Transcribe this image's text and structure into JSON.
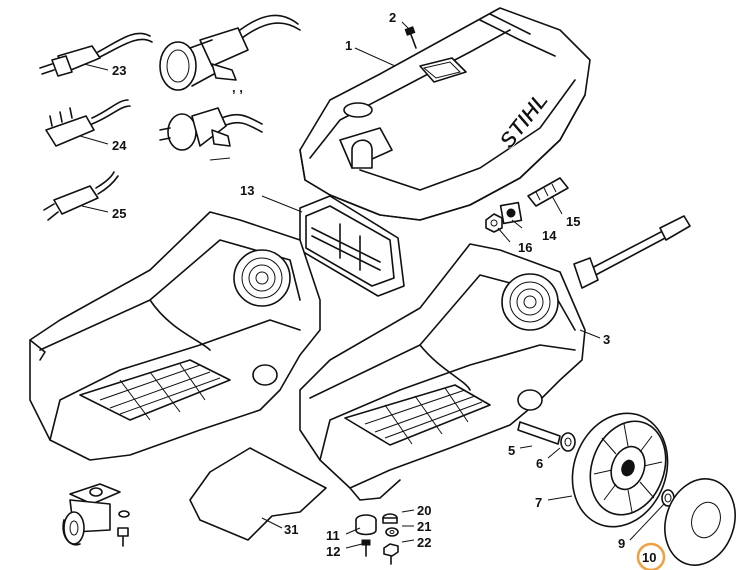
{
  "brand_text": "STIHL",
  "highlight_color": "#f0a040",
  "callouts": [
    {
      "id": "1",
      "label": "1"
    },
    {
      "id": "2",
      "label": "2"
    },
    {
      "id": "3",
      "label": "3"
    },
    {
      "id": "5",
      "label": "5"
    },
    {
      "id": "6",
      "label": "6"
    },
    {
      "id": "7",
      "label": "7"
    },
    {
      "id": "9",
      "label": "9"
    },
    {
      "id": "10",
      "label": "10",
      "highlighted": true
    },
    {
      "id": "11",
      "label": "11"
    },
    {
      "id": "12",
      "label": "12"
    },
    {
      "id": "13",
      "label": "13"
    },
    {
      "id": "14",
      "label": "14"
    },
    {
      "id": "15",
      "label": "15"
    },
    {
      "id": "16",
      "label": "16"
    },
    {
      "id": "20",
      "label": "20"
    },
    {
      "id": "21",
      "label": "21"
    },
    {
      "id": "22",
      "label": "22"
    },
    {
      "id": "23",
      "label": "23"
    },
    {
      "id": "24",
      "label": "24"
    },
    {
      "id": "25",
      "label": "25"
    },
    {
      "id": "31",
      "label": "31"
    }
  ],
  "separator_marks": ", ,"
}
